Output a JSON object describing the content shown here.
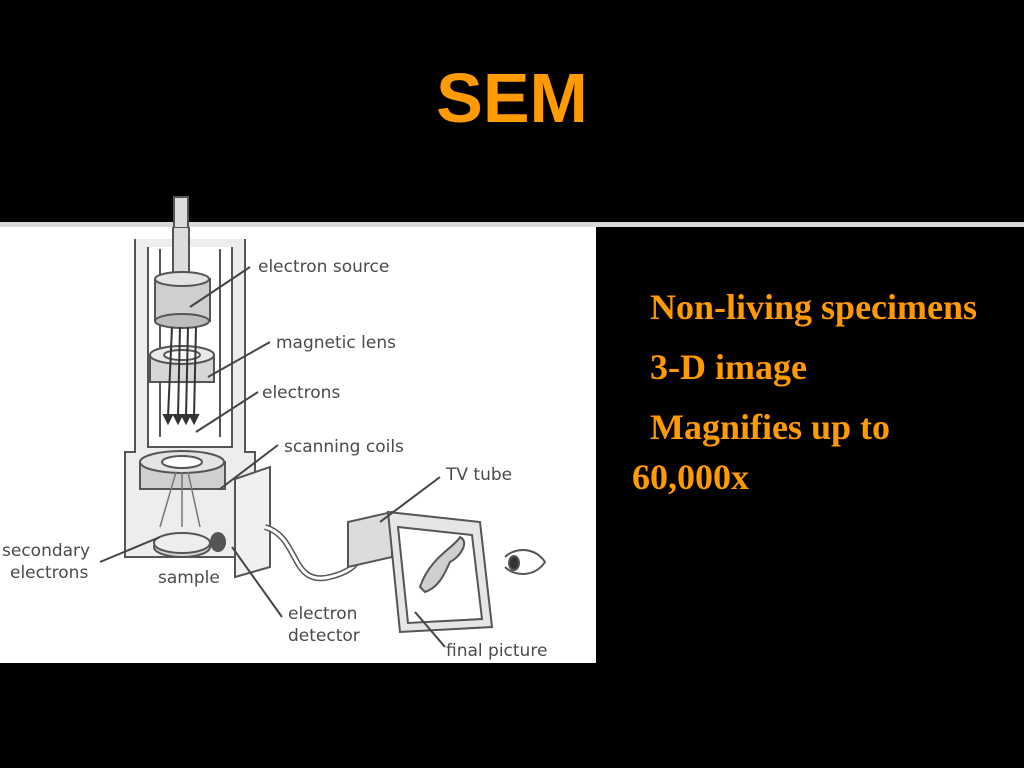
{
  "slide": {
    "title": "SEM",
    "bullets": [
      "Non-living specimens",
      "3-D image",
      "Magnifies up to 60,000x"
    ]
  },
  "diagram": {
    "labels": {
      "electron_source": "electron source",
      "magnetic_lens": "magnetic lens",
      "electrons": "electrons",
      "scanning_coils": "scanning coils",
      "tv_tube": "TV tube",
      "secondary_line1": "secondary",
      "secondary_line2": "electrons",
      "sample": "sample",
      "detector_line1": "electron",
      "detector_line2": "detector",
      "final_picture": "final picture"
    }
  },
  "colors": {
    "title": "#ff9a00",
    "bullet_text": "#ff9a00",
    "background": "#000000",
    "divider": "#d9d9d9",
    "diagram_background": "#ffffff"
  }
}
